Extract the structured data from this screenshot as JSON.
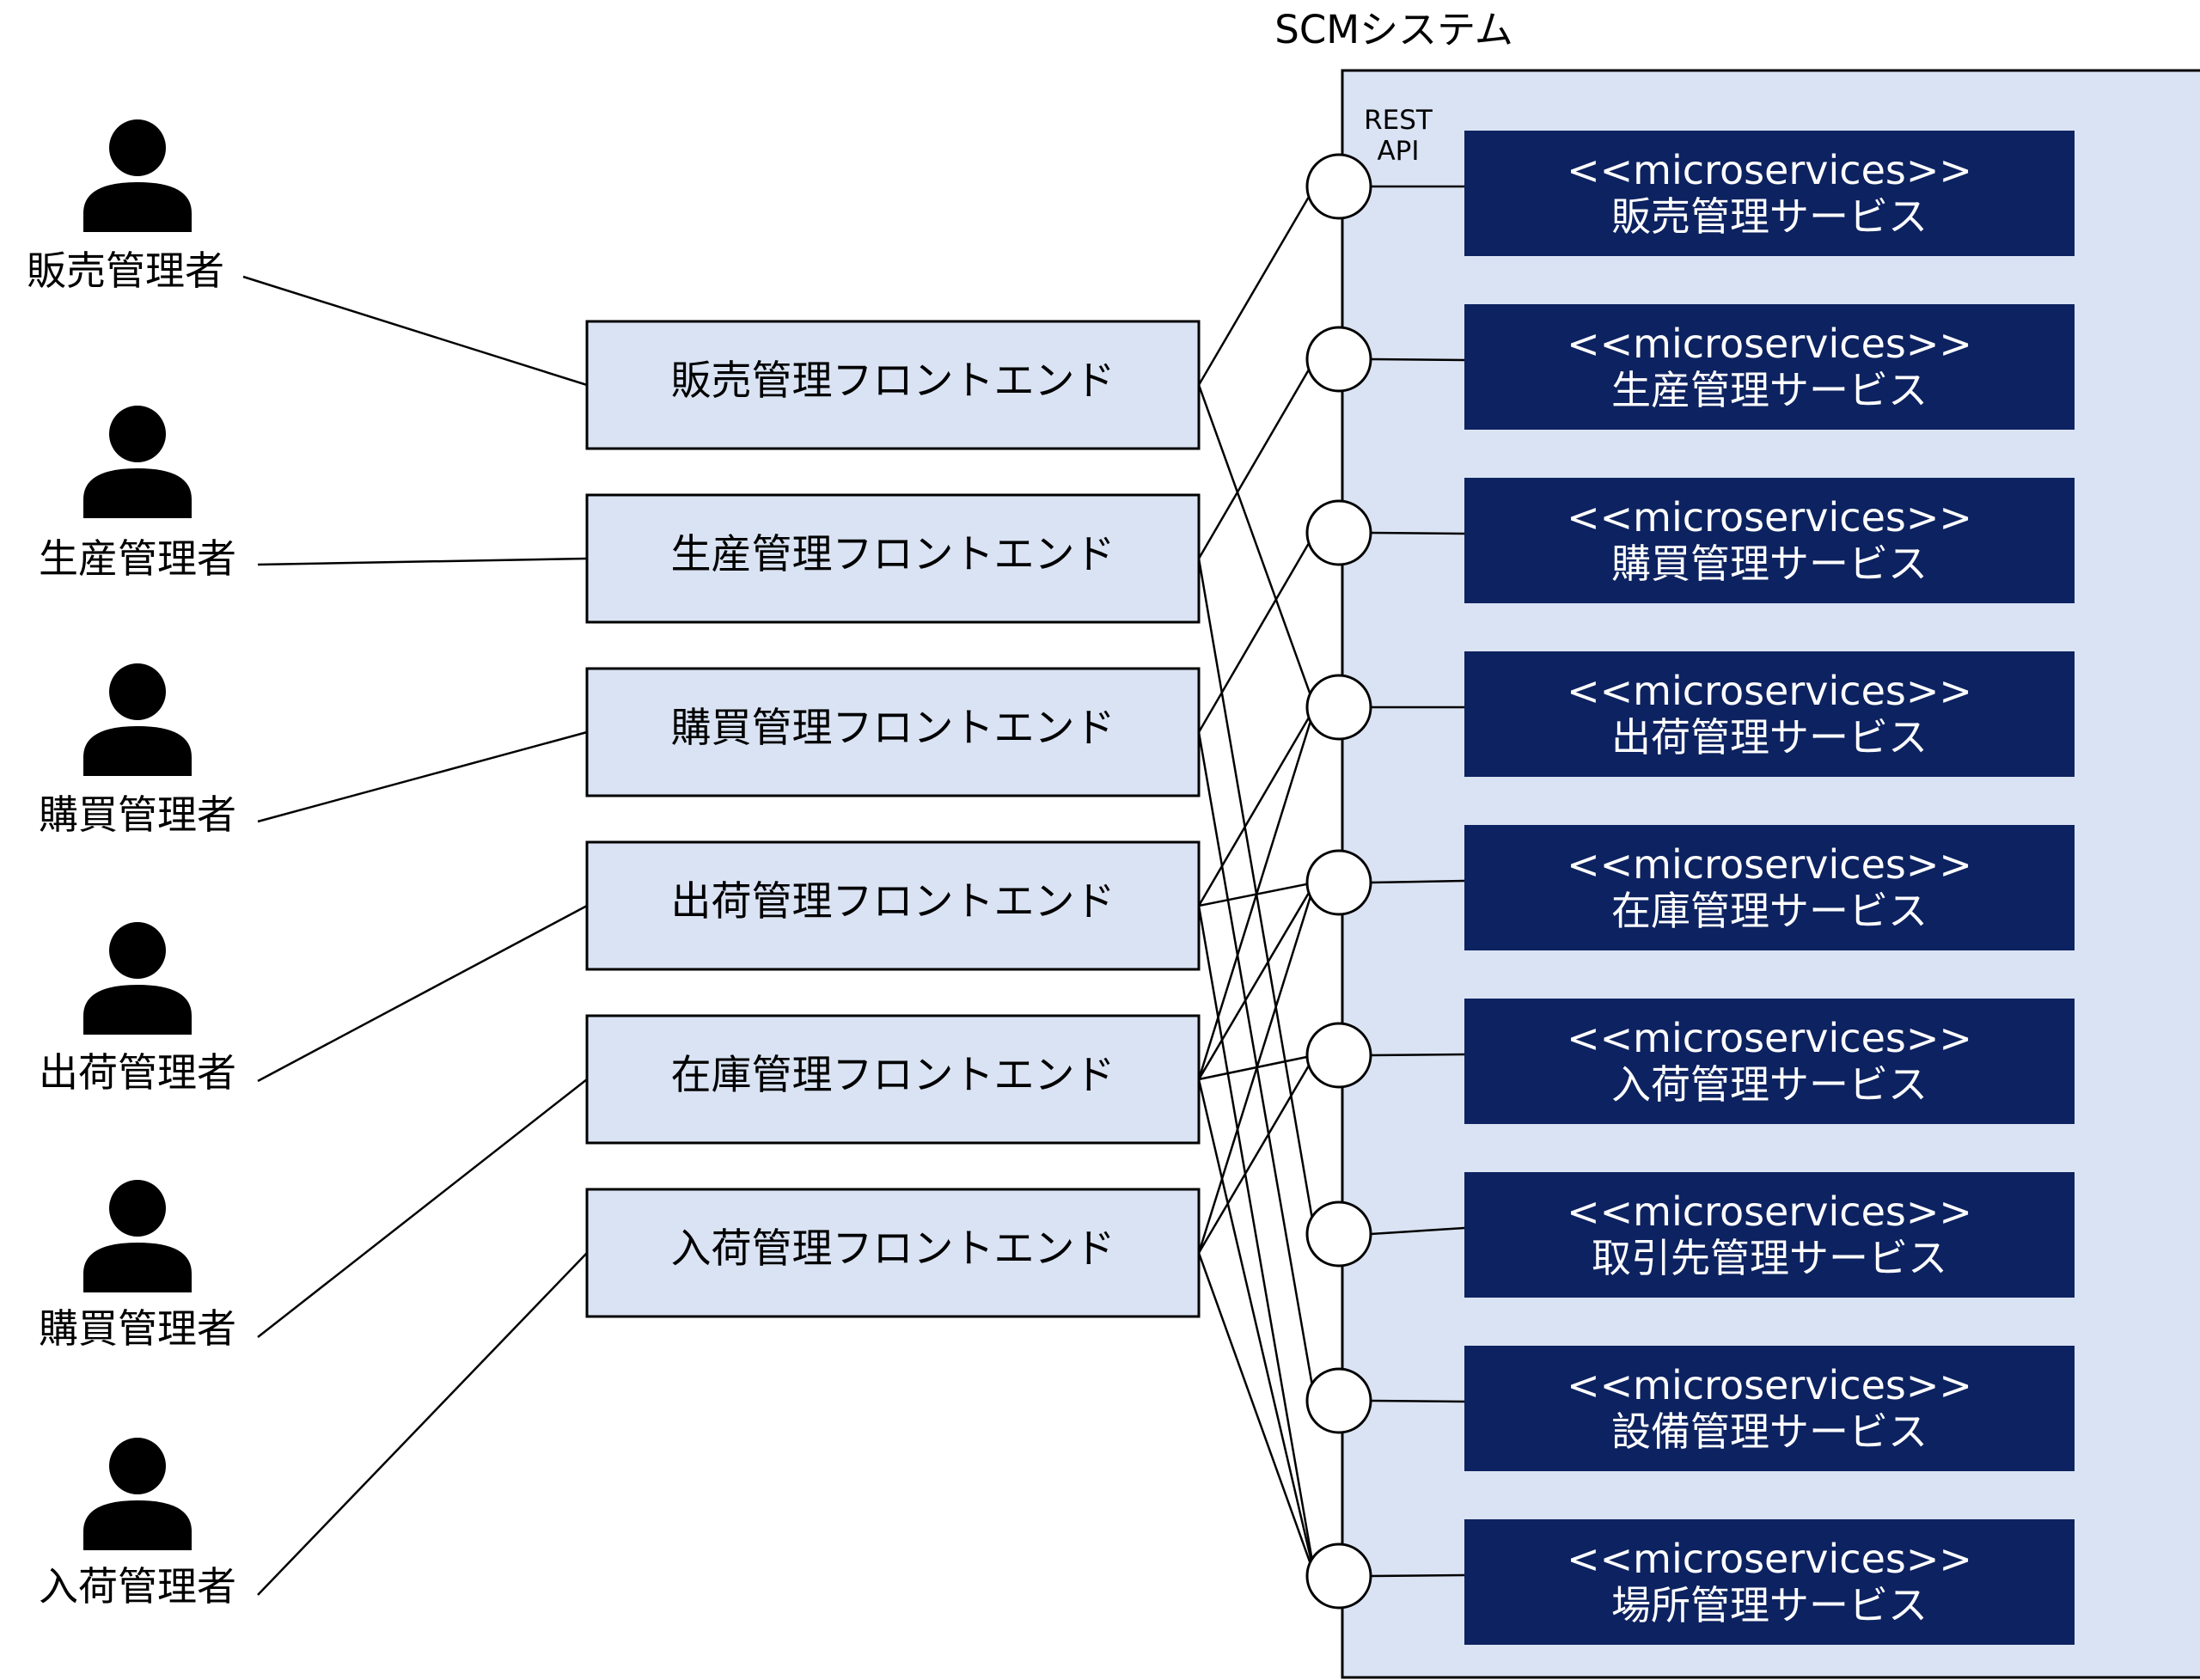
{
  "system": {
    "title": "SCMシステム",
    "rest_api_label": [
      "REST",
      "API"
    ],
    "fill_color": "#dae3f3",
    "service_box_color": "#0d2260"
  },
  "actors": [
    "販売管理者",
    "生産管理者",
    "購買管理者",
    "出荷管理者",
    "購買管理者",
    "入荷管理者"
  ],
  "frontends": [
    "販売管理フロントエンド",
    "生産管理フロントエンド",
    "購買管理フロントエンド",
    "出荷管理フロントエンド",
    "在庫管理フロントエンド",
    "入荷管理フロントエンド"
  ],
  "services": {
    "stereotype": "<<microservices>>",
    "names": [
      "販売管理サービス",
      "生産管理サービス",
      "購買管理サービス",
      "出荷管理サービス",
      "在庫管理サービス",
      "入荷管理サービス",
      "取引先管理サービス",
      "設備管理サービス",
      "場所管理サービス"
    ]
  },
  "actor_to_frontend": [
    [
      0,
      0
    ],
    [
      1,
      1
    ],
    [
      2,
      2
    ],
    [
      3,
      3
    ],
    [
      4,
      4
    ],
    [
      5,
      5
    ]
  ],
  "frontend_to_service": [
    [
      0,
      0
    ],
    [
      0,
      3
    ],
    [
      1,
      1
    ],
    [
      1,
      6
    ],
    [
      2,
      2
    ],
    [
      2,
      7
    ],
    [
      3,
      3
    ],
    [
      3,
      4
    ],
    [
      3,
      8
    ],
    [
      4,
      3
    ],
    [
      4,
      4
    ],
    [
      4,
      5
    ],
    [
      4,
      8
    ],
    [
      5,
      4
    ],
    [
      5,
      5
    ],
    [
      5,
      8
    ]
  ]
}
